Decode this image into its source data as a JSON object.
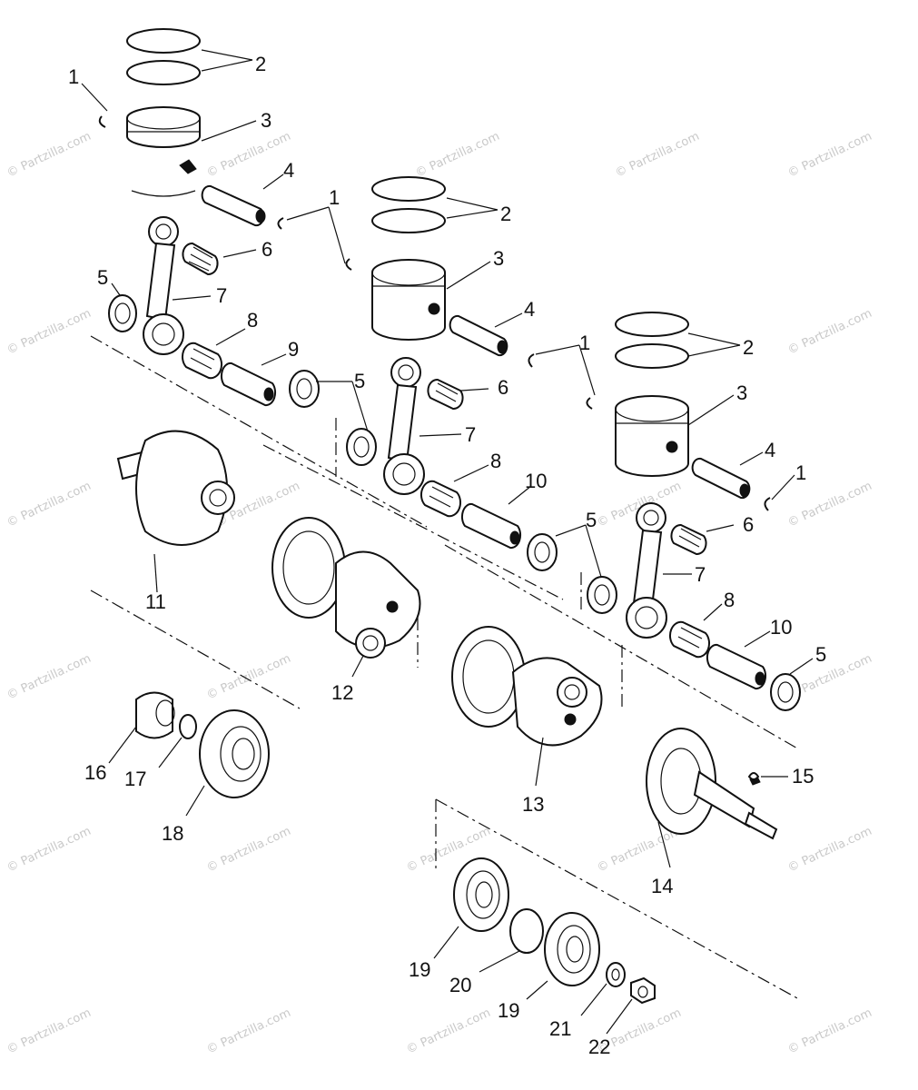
{
  "watermark": "© Partzilla.com",
  "labels": {
    "l1": "1",
    "l2": "2",
    "l3": "3",
    "l4": "4",
    "l5": "5",
    "l6": "6",
    "l7": "7",
    "l8": "8",
    "l9": "9",
    "l10": "10",
    "l11": "11",
    "l12": "12",
    "l13": "13",
    "l14": "14",
    "l15": "15",
    "l16": "16",
    "l17": "17",
    "l18": "18",
    "l19": "19",
    "l20": "20",
    "l21": "21",
    "l22": "22"
  }
}
